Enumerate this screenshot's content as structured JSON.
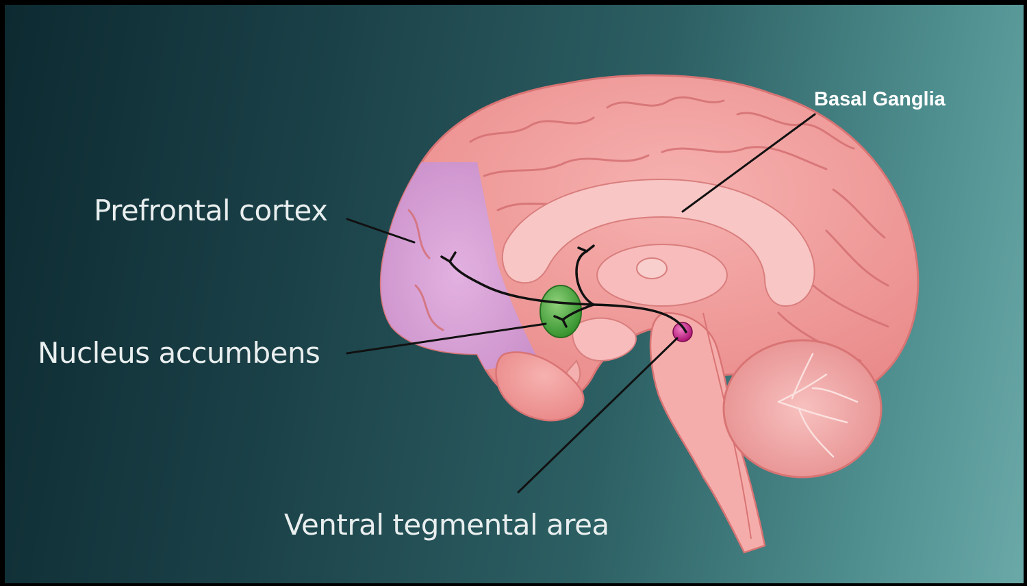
{
  "labels": {
    "basal_ganglia": "Basal Ganglia",
    "prefrontal_cortex": "Prefrontal cortex",
    "nucleus_accumbens": "Nucleus accumbens",
    "ventral_tegmental_area": "Ventral tegmental area"
  },
  "colors": {
    "brain": "#f29a9a",
    "prefrontal": "#d79ad8",
    "nucleus_accumbens": "#4aa53c",
    "ventral_tegmental": "#c0127f",
    "pathway": "#111111"
  }
}
